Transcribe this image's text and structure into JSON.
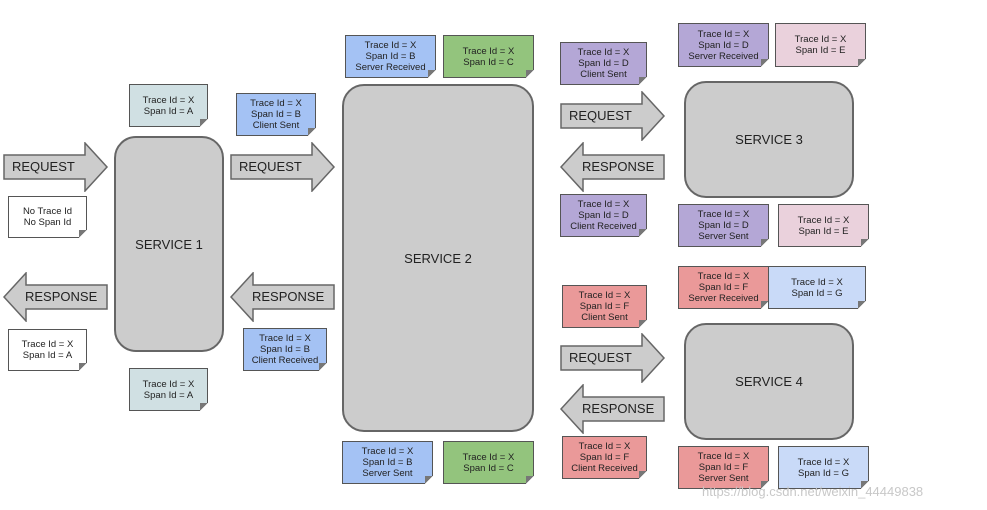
{
  "colors": {
    "white": "#ffffff",
    "teal": "#d0e0e3",
    "blue": "#a4c2f4",
    "green": "#93c47d",
    "purple": "#b4a7d6",
    "pink": "#ead1dc",
    "red": "#ea9999",
    "lightblue": "#c9daf8",
    "service": "#cccccc",
    "arrow": "#cccccc"
  },
  "services": [
    "SERVICE 1",
    "SERVICE 2",
    "SERVICE 3",
    "SERVICE 4"
  ],
  "arrows": {
    "request": "REQUEST",
    "response": "RESPONSE"
  },
  "notes": [
    {
      "lines": [
        "No Trace Id",
        "No Span Id"
      ],
      "color": "white"
    },
    {
      "lines": [
        "Trace Id = X",
        "Span Id = A"
      ],
      "color": "white"
    },
    {
      "lines": [
        "Trace Id = X",
        "Span Id = A"
      ],
      "color": "teal"
    },
    {
      "lines": [
        "Trace Id = X",
        "Span Id = A"
      ],
      "color": "teal"
    },
    {
      "lines": [
        "Trace Id = X",
        "Span Id = B",
        "Client Sent"
      ],
      "color": "blue"
    },
    {
      "lines": [
        "Trace Id = X",
        "Span Id = B",
        "Client Received"
      ],
      "color": "blue"
    },
    {
      "lines": [
        "Trace Id = X",
        "Span Id = B",
        "Server Received"
      ],
      "color": "blue"
    },
    {
      "lines": [
        "Trace Id = X",
        "Span Id = C"
      ],
      "color": "green"
    },
    {
      "lines": [
        "Trace Id = X",
        "Span Id = B",
        "Server Sent"
      ],
      "color": "blue"
    },
    {
      "lines": [
        "Trace Id = X",
        "Span Id = C"
      ],
      "color": "green"
    },
    {
      "lines": [
        "Trace Id = X",
        "Span Id = D",
        "Client Sent"
      ],
      "color": "purple"
    },
    {
      "lines": [
        "Trace Id = X",
        "Span Id = D",
        "Server Received"
      ],
      "color": "purple"
    },
    {
      "lines": [
        "Trace Id = X",
        "Span Id = E"
      ],
      "color": "pink"
    },
    {
      "lines": [
        "Trace Id = X",
        "Span Id = D",
        "Client Received"
      ],
      "color": "purple"
    },
    {
      "lines": [
        "Trace Id = X",
        "Span Id = D",
        "Server Sent"
      ],
      "color": "purple"
    },
    {
      "lines": [
        "Trace Id = X",
        "Span Id = E"
      ],
      "color": "pink"
    },
    {
      "lines": [
        "Trace Id = X",
        "Span Id = F",
        "Server Received"
      ],
      "color": "red"
    },
    {
      "lines": [
        "Trace Id = X",
        "Span Id = G"
      ],
      "color": "lightblue"
    },
    {
      "lines": [
        "Trace Id = X",
        "Span Id = F",
        "Client Sent"
      ],
      "color": "red"
    },
    {
      "lines": [
        "Trace Id = X",
        "Span Id = F",
        "Client Received"
      ],
      "color": "red"
    },
    {
      "lines": [
        "Trace Id = X",
        "Span Id = F",
        "Server Sent"
      ],
      "color": "red"
    },
    {
      "lines": [
        "Trace Id = X",
        "Span Id = G"
      ],
      "color": "lightblue"
    }
  ],
  "watermark": "https://blog.csdn.net/weixin_44449838"
}
